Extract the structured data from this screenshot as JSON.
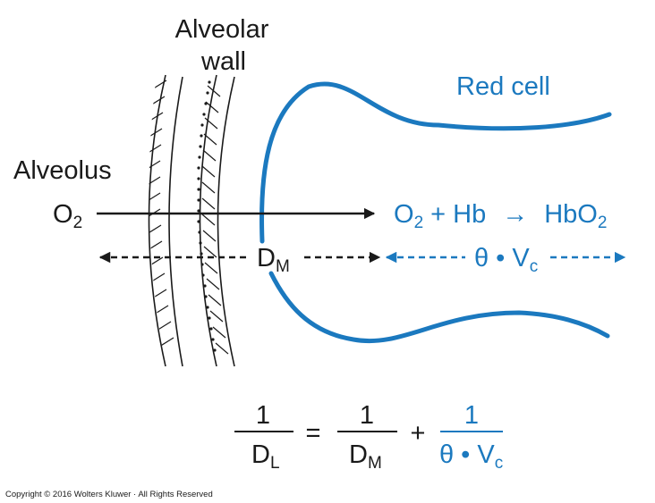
{
  "labels": {
    "alveolar_wall_line1": "Alveolar",
    "alveolar_wall_line2": "wall",
    "red_cell": "Red cell",
    "alveolus": "Alveolus",
    "o2_left": "O",
    "o2_left_sub": "2",
    "reaction_o": "O",
    "reaction_o_sub": "2",
    "reaction_plus_hb": "+ Hb",
    "reaction_arrow": "→",
    "reaction_hbo": "HbO",
    "reaction_hbo_sub": "2",
    "dm": "D",
    "dm_sub": "M",
    "theta_vc": "θ • V",
    "theta_vc_sub": "c"
  },
  "equation": {
    "lhs_num": "1",
    "lhs_den": "D",
    "lhs_den_sub": "L",
    "equals": "=",
    "t1_num": "1",
    "t1_den": "D",
    "t1_den_sub": "M",
    "plus": "+",
    "t2_num": "1",
    "t2_den": "θ • V",
    "t2_den_sub": "c"
  },
  "copyright": "Copyright © 2016 Wolters Kluwer · All Rights Reserved",
  "colors": {
    "black": "#1a1a1a",
    "blue": "#1b79bf"
  }
}
